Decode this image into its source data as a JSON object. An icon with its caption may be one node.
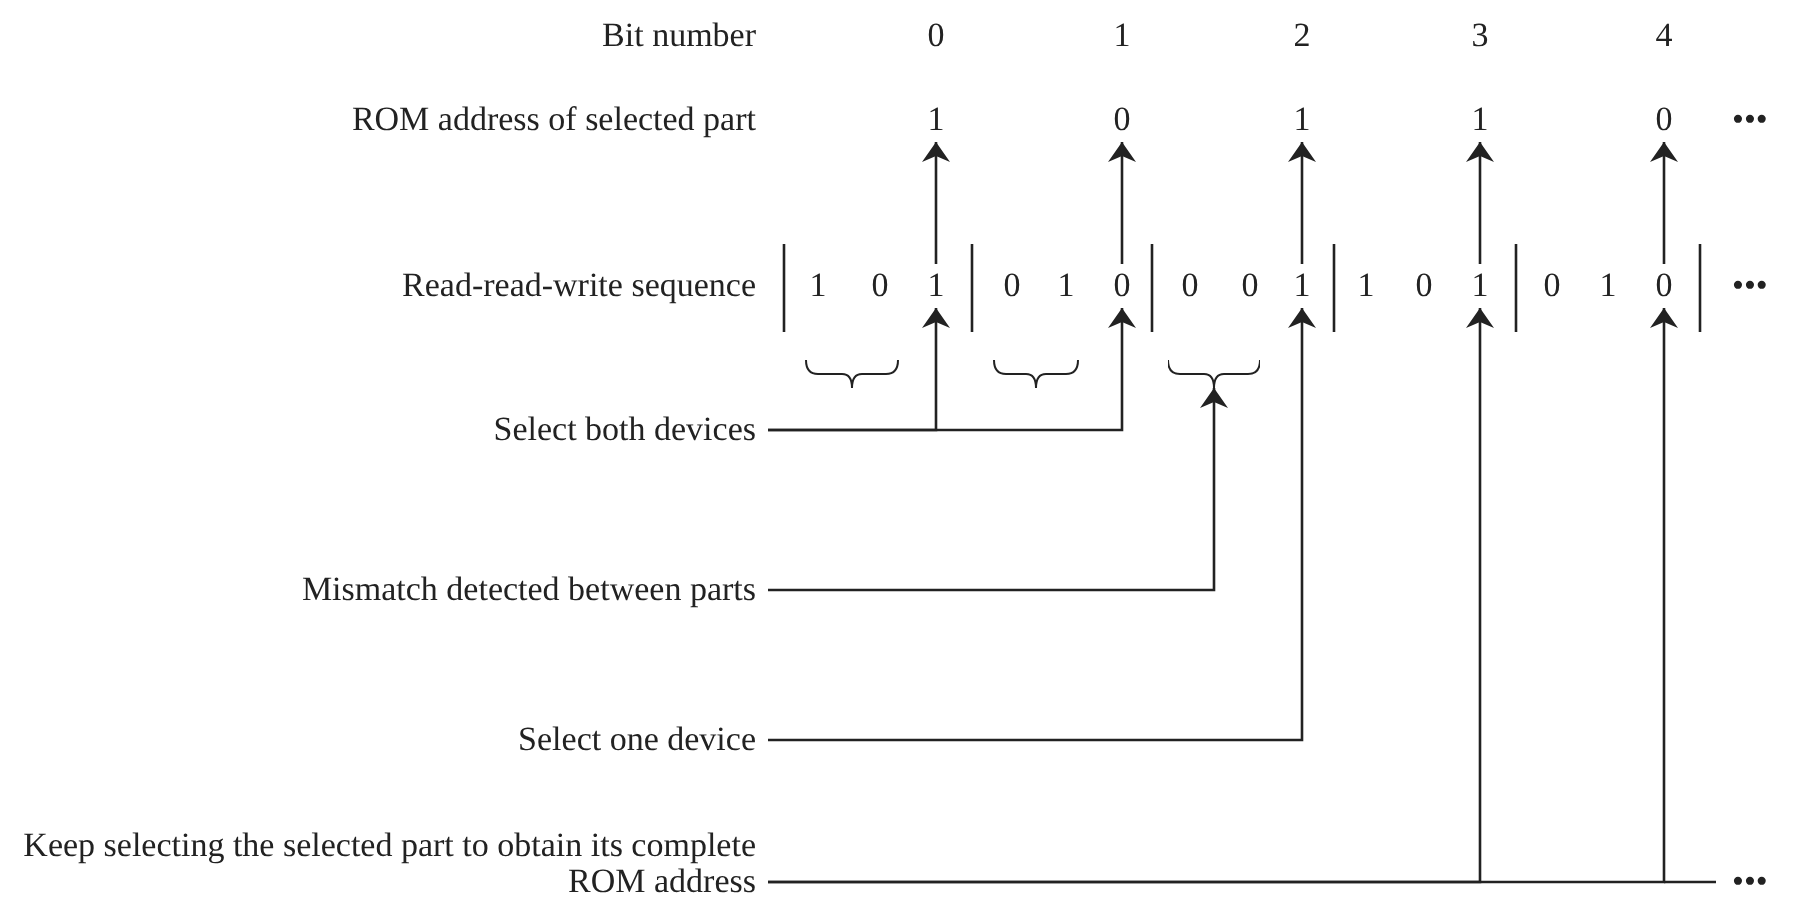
{
  "diagram": {
    "nodes": [
      {
        "text": [
          "1"
        ]
      },
      {
        "text": [
          "0"
        ]
      },
      {
        "text": [
          "1"
        ]
      },
      {
        "text": [
          "1"
        ]
      },
      {
        "text": [
          "0"
        ]
      },
      {
        "text": [
          "1"
        ]
      },
      {
        "text": [
          "0"
        ]
      },
      {
        "text": [
          "1"
        ]
      },
      {
        "text": [
          "0"
        ]
      },
      {
        "text": [
          "1"
        ]
      },
      {
        "text": [
          "0"
        ]
      },
      {
        "text": [
          "0"
        ]
      },
      {
        "text": [
          "0"
        ]
      },
      {
        "text": [
          "1"
        ]
      },
      {
        "text": [
          "1"
        ]
      },
      {
        "text": [
          "0"
        ]
      },
      {
        "text": [
          "1"
        ]
      },
      {
        "text": [
          "0"
        ]
      },
      {
        "text": [
          "1"
        ]
      },
      {
        "text": [
          "0"
        ]
      },
      {
        "text": [],
        "shape": "brace"
      },
      {
        "text": [
          "Select both devices"
        ]
      },
      {
        "text": [
          "Mismatch detected between parts"
        ]
      },
      {
        "text": [
          "Select one device"
        ]
      },
      {
        "text": [
          "Keep selecting the selected part to obtain its complete ROM address"
        ]
      }
    ],
    "edges": [
      {
        "from": 7,
        "to": 0,
        "arrow": "to"
      },
      {
        "from": 10,
        "to": 1,
        "arrow": "to"
      },
      {
        "from": 13,
        "to": 2,
        "arrow": "to"
      },
      {
        "from": 16,
        "to": 3,
        "arrow": "to"
      },
      {
        "from": 19,
        "to": 4,
        "arrow": "to"
      },
      {
        "from": 21,
        "to": 7,
        "arrow": "to"
      },
      {
        "from": 21,
        "to": 10,
        "arrow": "to"
      },
      {
        "from": 22,
        "to": 20,
        "arrow": "to"
      },
      {
        "from": 23,
        "to": 13,
        "arrow": "to"
      },
      {
        "from": 24,
        "to": 16,
        "arrow": "to"
      },
      {
        "from": 24,
        "to": 19,
        "arrow": "to"
      }
    ],
    "labels": [
      "Bit number",
      "0",
      "1",
      "2",
      "3",
      "4",
      "ROM address of selected part",
      "•••",
      "Read-read-write sequence",
      "•••",
      "•••"
    ]
  }
}
